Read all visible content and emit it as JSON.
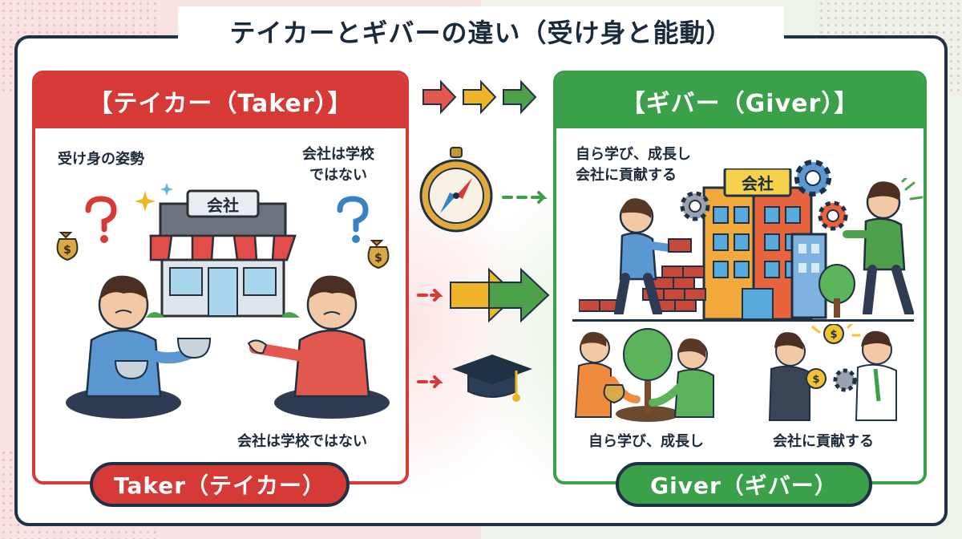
{
  "title": "テイカーとギバーの違い（受け身と能動）",
  "taker": {
    "header": "【テイカー（Taker）】",
    "label_passive": "受け身の姿勢",
    "label_not_school_1": "会社は学校",
    "label_not_school_2": "ではない",
    "label_bottom": "会社は学校ではない",
    "shop_sign": "会社",
    "pill": "Taker（テイカー）",
    "color": "#d63a37"
  },
  "giver": {
    "header": "【ギバー（Giver）】",
    "label_top_1": "自ら学び、成長し",
    "label_top_2": "会社に貢献する",
    "building_sign": "会社",
    "label_bottom_left": "自ら学び、成長し",
    "label_bottom_right": "会社に貢献する",
    "pill": "Giver（ギバー）",
    "color": "#3aa04a"
  },
  "icons": {
    "middle": [
      "arrow-right-icon",
      "compass-icon",
      "double-arrow-icon",
      "graduation-cap-icon"
    ],
    "taker": [
      "question-mark-icon",
      "sparkle-icon",
      "money-bag-icon",
      "bowl-icon"
    ],
    "giver": [
      "gear-icon",
      "brick-icon",
      "tree-icon",
      "coin-icon"
    ]
  }
}
